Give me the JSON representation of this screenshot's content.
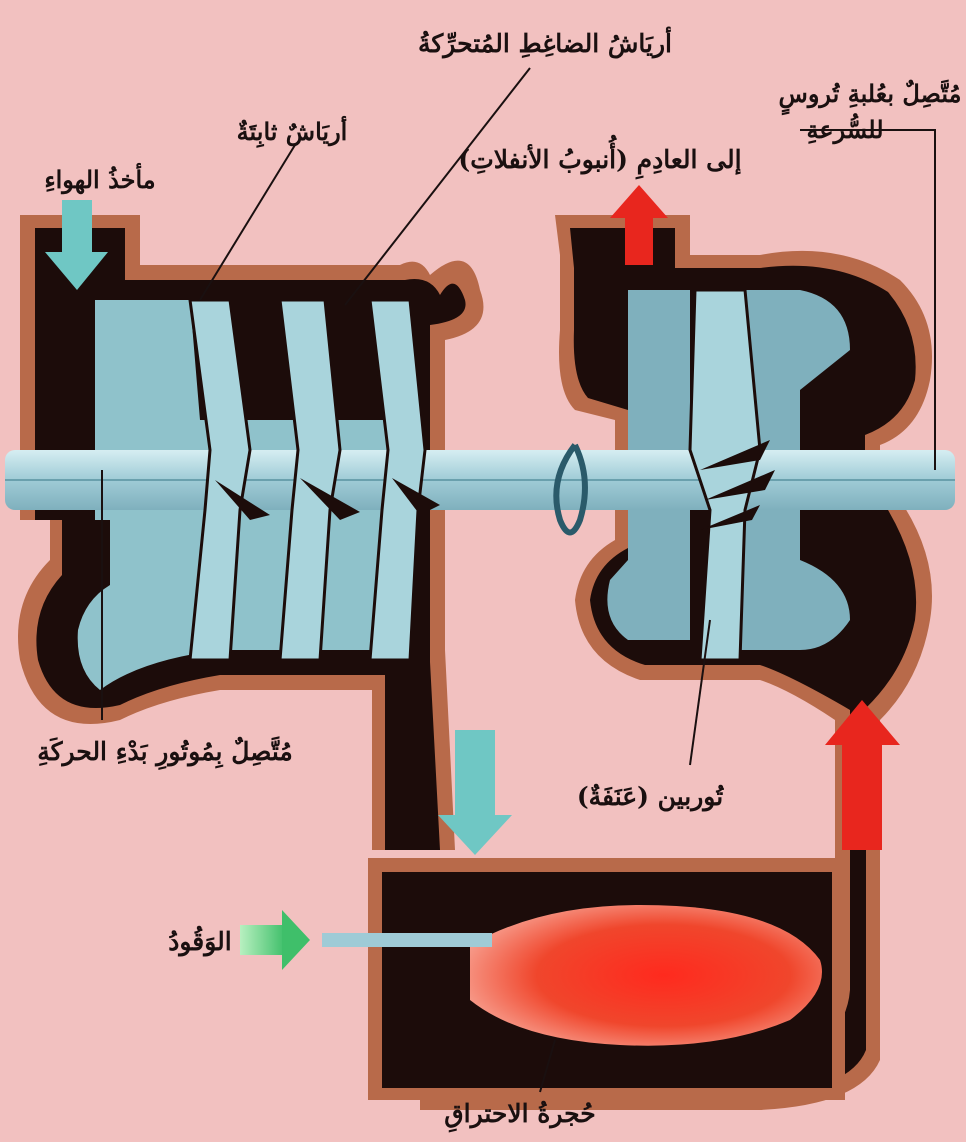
{
  "labels": {
    "compressor_moving_blades": "أريَاشُ الضاغِطِ المُتحرِّكةُ",
    "fixed_blades": "أريَاشٌ ثابِتَةٌ",
    "air_intake": "مأخذُ الهواءِ",
    "to_exhaust": "إلى العادِمِ (أُنبوبُ الأنفلاتِ)",
    "gearbox_link_line1": "مُتَّصِلٌ بعُلبةِ تُروسٍ",
    "gearbox_link_line2": "للسُّرعةِ",
    "starter_motor": "مُتَّصِلٌ بِمُوتُورِ بَدْءِ الحركَةِ",
    "turbine": "تُوربين (عَنَفَةٌ)",
    "fuel": "الوَقُودُ",
    "combustion_chamber": "حُجرةُ الاحتراقِ"
  },
  "colors": {
    "background": "#f2c1c0",
    "casing_outer": "#b86a4a",
    "casing_inner": "#1c0c0a",
    "metal_blue": "#a9d4dc",
    "hot_arrow": "#e8261e",
    "cold_arrow": "#6fc7c4",
    "fuel_arrow": "#6cd48c",
    "flame": "#ee3a2e"
  }
}
